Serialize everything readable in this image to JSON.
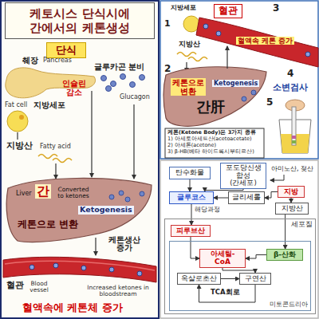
{
  "diagram": {
    "title": "케토시스 단식시에 간에서의 케톤생성",
    "nodes": [
      {
        "text": [
          "단식"
        ]
      },
      {
        "text": [
          "혈관"
        ]
      },
      {
        "text": [
          "탄수화물"
        ]
      },
      {
        "text": [
          "포도당신생 합성(간세포)"
        ]
      },
      {
        "text": [
          "글루코스"
        ]
      },
      {
        "text": [
          "글리세롤"
        ]
      },
      {
        "text": [
          "지방"
        ]
      },
      {
        "text": [
          "지방산"
        ]
      },
      {
        "text": [
          "세포질"
        ]
      },
      {
        "text": [
          "피루브산"
        ],
        "in": 8
      },
      {
        "text": [
          "미토콘드리아"
        ],
        "in": 8
      },
      {
        "text": [
          "β-산화"
        ],
        "in": 10
      },
      {
        "text": [
          "아세틸-CoA"
        ],
        "in": 10
      },
      {
        "text": [
          "옥살로초산"
        ],
        "in": 10
      },
      {
        "text": [
          "구연산"
        ],
        "in": 10
      }
    ],
    "edges": [
      {
        "from": 2,
        "to": 4,
        "arrow": "to"
      },
      {
        "from": 3,
        "to": 4,
        "arrow": "to"
      },
      {
        "from": 5,
        "to": 4,
        "arrow": "to"
      },
      {
        "from": 6,
        "to": 5,
        "arrow": "to"
      },
      {
        "from": 6,
        "to": 7,
        "arrow": "to"
      },
      {
        "from": 4,
        "to": 9,
        "label": "해당과정",
        "arrow": "to"
      },
      {
        "from": 9,
        "to": 12,
        "arrow": "to"
      },
      {
        "from": 7,
        "to": 11,
        "arrow": "to"
      },
      {
        "from": 11,
        "to": 12,
        "arrow": "to"
      },
      {
        "from": 12,
        "to": 14,
        "arrow": "to"
      },
      {
        "from": 13,
        "to": 14,
        "arrow": "to"
      },
      {
        "from": 14,
        "to": 13,
        "arrow": "to"
      }
    ],
    "labels": [
      "췌장",
      "Pancreas",
      "글루카곤 분비",
      "Glucagon",
      "인슐린 감소",
      "Fat cell",
      "지방세포",
      "지방산",
      "Fatty acid",
      "Liver",
      "간",
      "케톤으로 변환",
      "Converted to ketones",
      "Ketogenesis",
      "케톤생산 증가",
      "혈관",
      "Blood vessel",
      "Increased ketones in bloodstream",
      "혈액속에 케톤체 증가",
      "지방세포",
      "1",
      "지방산",
      "2",
      "3",
      "혈액속 케톤 증가",
      "4",
      "케톤으로 변환",
      "간肝",
      "Ketogenesis",
      "케톤(Ketone Body)은 3가지 종류",
      "1) 아세토아세트산(acetoacetate)",
      "2) 아세톤(acetone)",
      "3) β-HB(베타 하이드록시부티르산)",
      "5",
      "소변검사",
      "아미노산, 젖산",
      "TCA회로"
    ]
  }
}
